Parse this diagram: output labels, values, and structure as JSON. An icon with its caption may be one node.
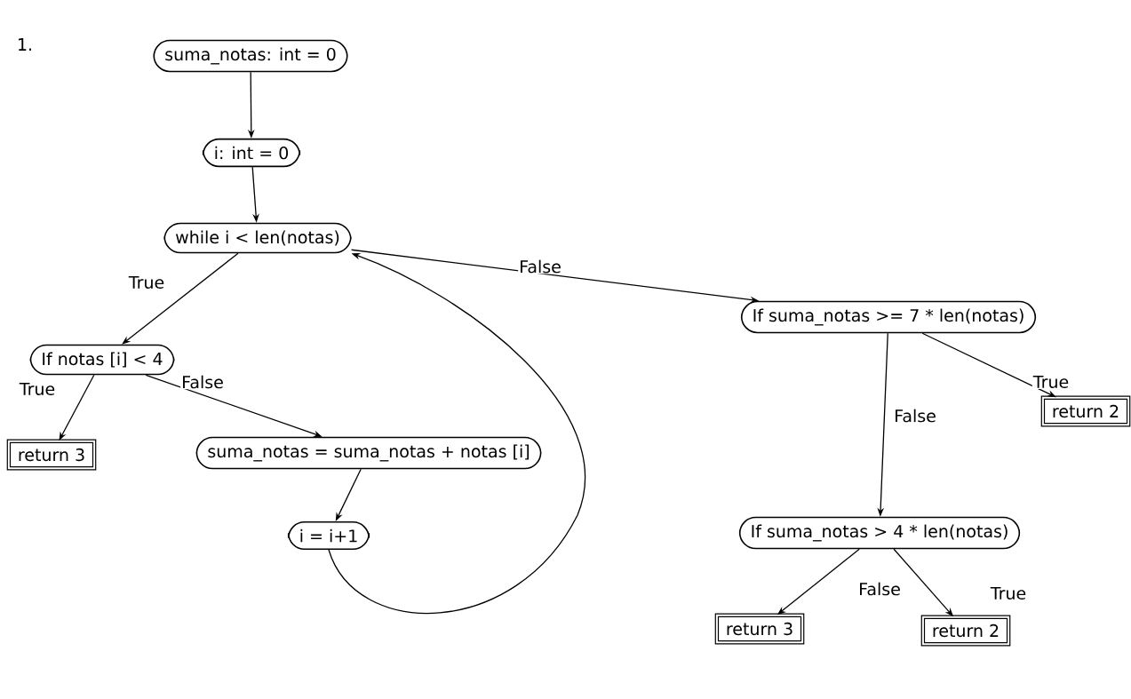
{
  "diagram": {
    "nodes": [
      {
        "text": [
          "suma_notas: int = 0"
        ]
      },
      {
        "text": [
          "i: int = 0"
        ]
      },
      {
        "text": [
          "while i < len(notas)"
        ]
      },
      {
        "text": [
          "If notas [i] < 4"
        ]
      },
      {
        "text": [
          "return 3"
        ]
      },
      {
        "text": [
          "suma_notas = suma_notas + notas [i]"
        ]
      },
      {
        "text": [
          "i = i+1"
        ]
      },
      {
        "text": [
          "If suma_notas >= 7 * len(notas)"
        ]
      },
      {
        "text": [
          "return 2"
        ]
      },
      {
        "text": [
          "If suma_notas > 4 * len(notas)"
        ]
      },
      {
        "text": [
          "return 3"
        ]
      },
      {
        "text": [
          "return 2"
        ]
      }
    ],
    "edges": [
      {
        "from": 0,
        "to": 1,
        "arrow": "to"
      },
      {
        "from": 1,
        "to": 2,
        "arrow": "to"
      },
      {
        "from": 2,
        "to": 3,
        "arrow": "to",
        "label": "True"
      },
      {
        "from": 3,
        "to": 4,
        "arrow": "to",
        "label": "True"
      },
      {
        "from": 3,
        "to": 5,
        "arrow": "to",
        "label": "False"
      },
      {
        "from": 5,
        "to": 6,
        "arrow": "to"
      },
      {
        "from": 6,
        "to": 2,
        "arrow": "to"
      },
      {
        "from": 2,
        "to": 7,
        "arrow": "to",
        "label": "False"
      },
      {
        "from": 7,
        "to": 8,
        "arrow": "to",
        "label": "True"
      },
      {
        "from": 7,
        "to": 9,
        "arrow": "to",
        "label": "False"
      },
      {
        "from": 9,
        "to": 10,
        "arrow": "to",
        "label": "False"
      },
      {
        "from": 9,
        "to": 11,
        "arrow": "to",
        "label": "True"
      }
    ],
    "labels": [
      "1."
    ]
  }
}
